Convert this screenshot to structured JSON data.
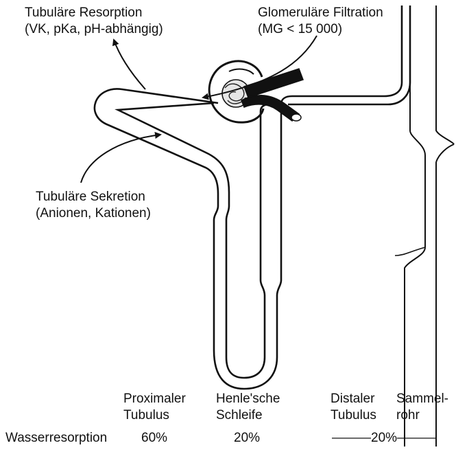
{
  "labels": {
    "resorption": {
      "title": "Tubuläre Resorption",
      "detail": "(VK, pKa, pH-abhängig)"
    },
    "filtration": {
      "title": "Glomeruläre Filtration",
      "detail": "(MG < 15 000)"
    },
    "secretion": {
      "title": "Tubuläre Sekretion",
      "detail": "(Anionen, Kationen)"
    }
  },
  "segments": [
    {
      "line1": "Proximaler",
      "line2": "Tubulus"
    },
    {
      "line1": "Henle'sche",
      "line2": "Schleife"
    },
    {
      "line1": "Distaler",
      "line2": "Tubulus"
    },
    {
      "line1": "Sammel-",
      "line2": "rohr"
    }
  ],
  "water_resorption": {
    "label": "Wasserresorption",
    "proximal": "60%",
    "henle": "20%",
    "distal_collecting": "———20%———"
  }
}
